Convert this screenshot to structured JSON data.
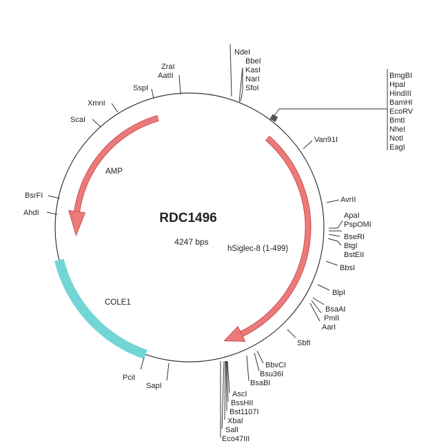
{
  "plasmid": {
    "name": "RDC1496",
    "size": "4247 bps"
  },
  "features": [
    {
      "label": "AMP",
      "color": "#e86e6e"
    },
    {
      "label": "hSiglec-8 (1-499)",
      "color": "#e86e6e"
    },
    {
      "label": "COLE1",
      "color": "#72d6d6"
    }
  ],
  "enzymes": [
    "NdeI",
    "BbeI",
    "KasI",
    "NarI",
    "SfoI",
    "BmgBI",
    "HpaI",
    "HindIII",
    "BamHI",
    "EcoRV",
    "BmtI",
    "NheI",
    "NotI",
    "EagI",
    "Van91I",
    "AvrII",
    "ApaI",
    "PspOMI",
    "BseRI",
    "BtgI",
    "BstEII",
    "BbsI",
    "BlpI",
    "BsaAI",
    "PmlI",
    "AarI",
    "SbfI",
    "BbvCI",
    "Bsu36I",
    "BsaBI",
    "AscI",
    "BssHII",
    "Bst1107I",
    "XbaI",
    "SalI",
    "Eco47III",
    "SapI",
    "PciI",
    "AhdI",
    "BsrFI",
    "ScaI",
    "XmnI",
    "SspI",
    "ZraI",
    "AatII"
  ]
}
